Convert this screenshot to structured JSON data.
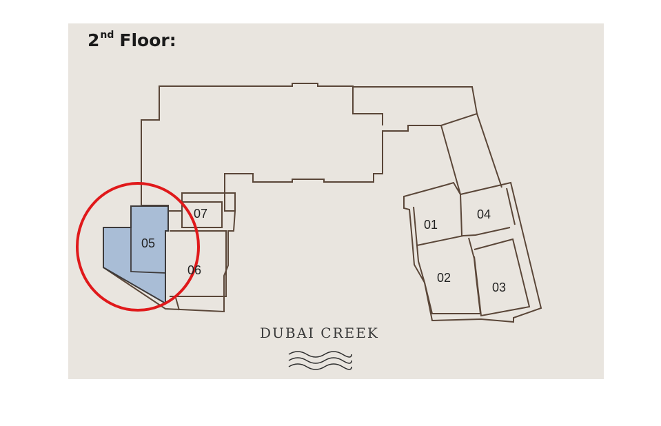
{
  "title": {
    "main": "2",
    "sup": "nd",
    "rest": "Floor:"
  },
  "units": [
    {
      "id": "01",
      "label": "01"
    },
    {
      "id": "02",
      "label": "02"
    },
    {
      "id": "03",
      "label": "03"
    },
    {
      "id": "04",
      "label": "04"
    },
    {
      "id": "05",
      "label": "05",
      "highlighted": true
    },
    {
      "id": "06",
      "label": "06"
    },
    {
      "id": "07",
      "label": "07"
    }
  ],
  "waterbody_label": "DUBAI CREEK",
  "colors": {
    "panel_bg": "#e9e5df",
    "wall": "#5a4638",
    "highlight_fill": "#a9bdd6",
    "highlight_circle": "#e0191b"
  }
}
